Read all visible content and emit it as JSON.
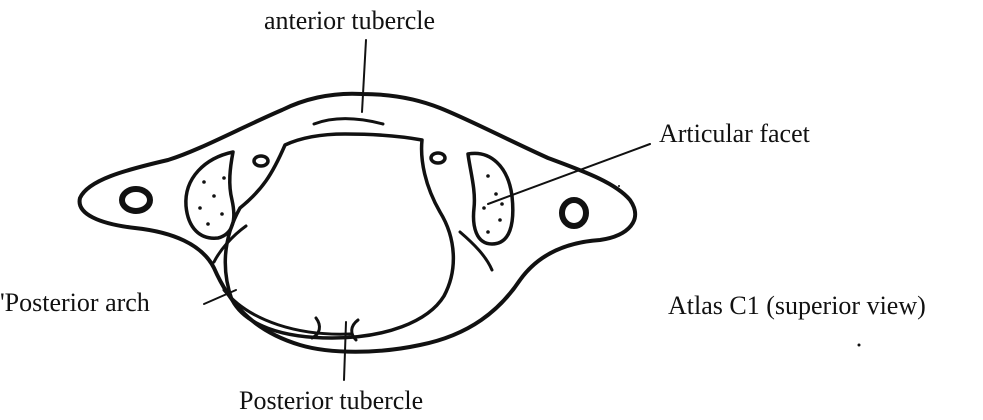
{
  "labels": {
    "anterior_tubercle": "anterior tubercle",
    "articular_facet": "Articular facet",
    "posterior_arch": "'Posterior arch",
    "posterior_tubercle": "Posterior tubercle",
    "caption": "Atlas C1 (superior view)"
  },
  "colors": {
    "ink": "#111111",
    "background": "#ffffff"
  }
}
